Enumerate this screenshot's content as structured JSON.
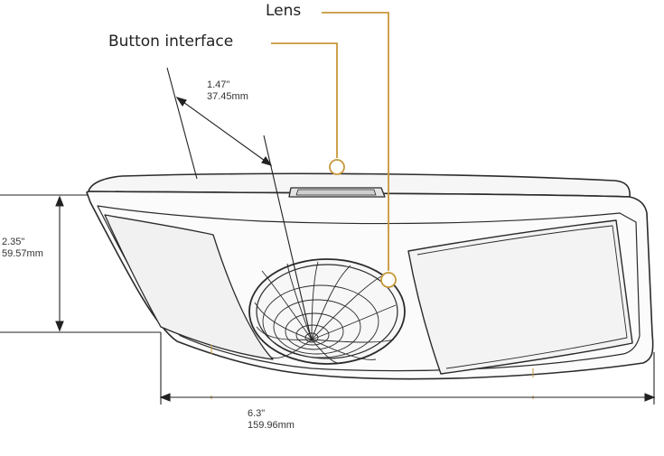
{
  "callouts": {
    "lens": "Lens",
    "button_interface": "Button interface"
  },
  "dimensions": {
    "depth": {
      "inches": "1.47\"",
      "mm": "37.45mm"
    },
    "height": {
      "inches": "2.35\"",
      "mm": "59.57mm"
    },
    "width": {
      "inches": "6.3\"",
      "mm": "159.96mm"
    }
  },
  "colors": {
    "leader": "#c8973a",
    "outline": "#2b2b2b",
    "dimension_line": "#222222"
  }
}
